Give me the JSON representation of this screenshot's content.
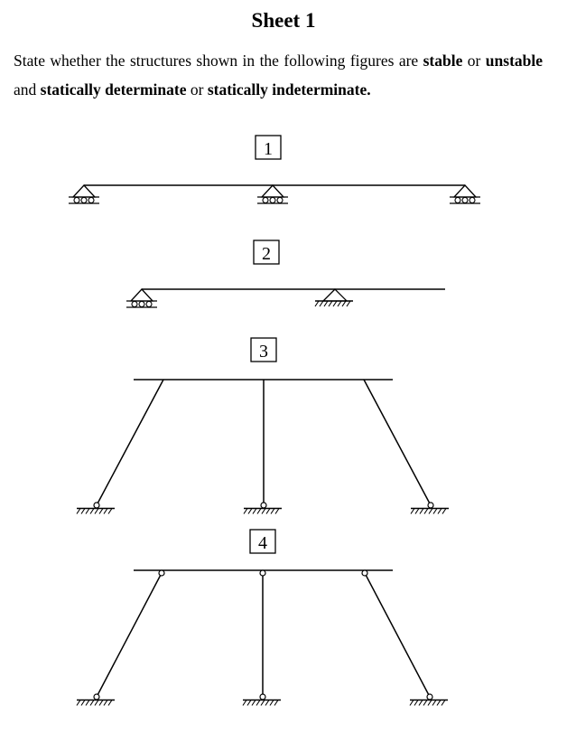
{
  "title": "Sheet 1",
  "instructions": {
    "t1": "State whether the structures shown in the following figures are ",
    "b1": "stable",
    "t2": " or ",
    "b2": "unstable",
    "t3": " and ",
    "b3": "statically determinate",
    "t4": " or ",
    "b4": "statically indeterminate."
  },
  "figures": [
    {
      "label": "1",
      "description": "continuous beam on three roller supports"
    },
    {
      "label": "2",
      "description": "overhanging beam with roller and pin support"
    },
    {
      "label": "3",
      "description": "beam on three rigidly connected legs with pinned bases"
    },
    {
      "label": "4",
      "description": "beam on three hinged legs with pinned bases"
    }
  ]
}
